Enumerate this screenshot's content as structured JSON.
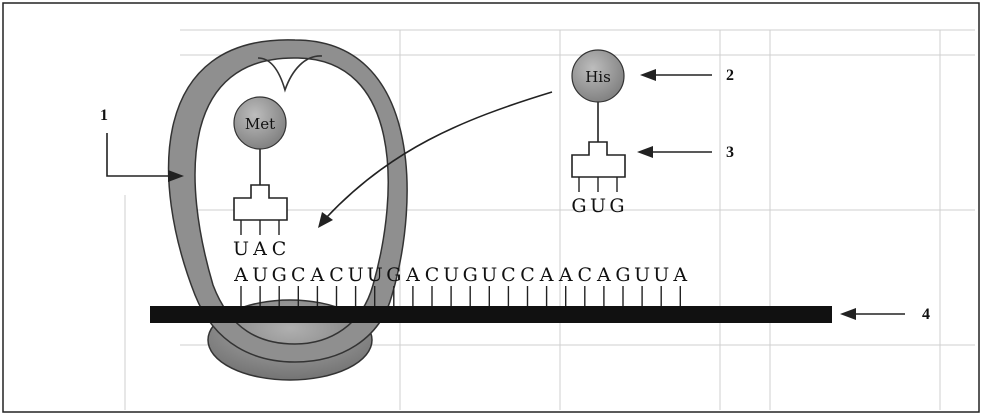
{
  "figure": {
    "callouts": [
      {
        "id": "1",
        "label": "1"
      },
      {
        "id": "2",
        "label": "2"
      },
      {
        "id": "3",
        "label": "3"
      },
      {
        "id": "4",
        "label": "4"
      }
    ],
    "met_label": "Met",
    "his_label": "His",
    "anticodon_met": [
      "U",
      "A",
      "C"
    ],
    "anticodon_his": [
      "G",
      "U",
      "G"
    ],
    "mrna_bases": [
      "A",
      "U",
      "G",
      "C",
      "A",
      "C",
      "U",
      "U",
      "G",
      "A",
      "C",
      "U",
      "G",
      "U",
      "C",
      "C",
      "A",
      "A",
      "C",
      "A",
      "G",
      "U",
      "U",
      "A"
    ]
  },
  "colors": {
    "ribosome_fill": "#8f8f8f",
    "amino_acid_fill": "#9a9a9a",
    "mrna_bar": "#111111",
    "background_table_lines": "#cfcfcf"
  }
}
